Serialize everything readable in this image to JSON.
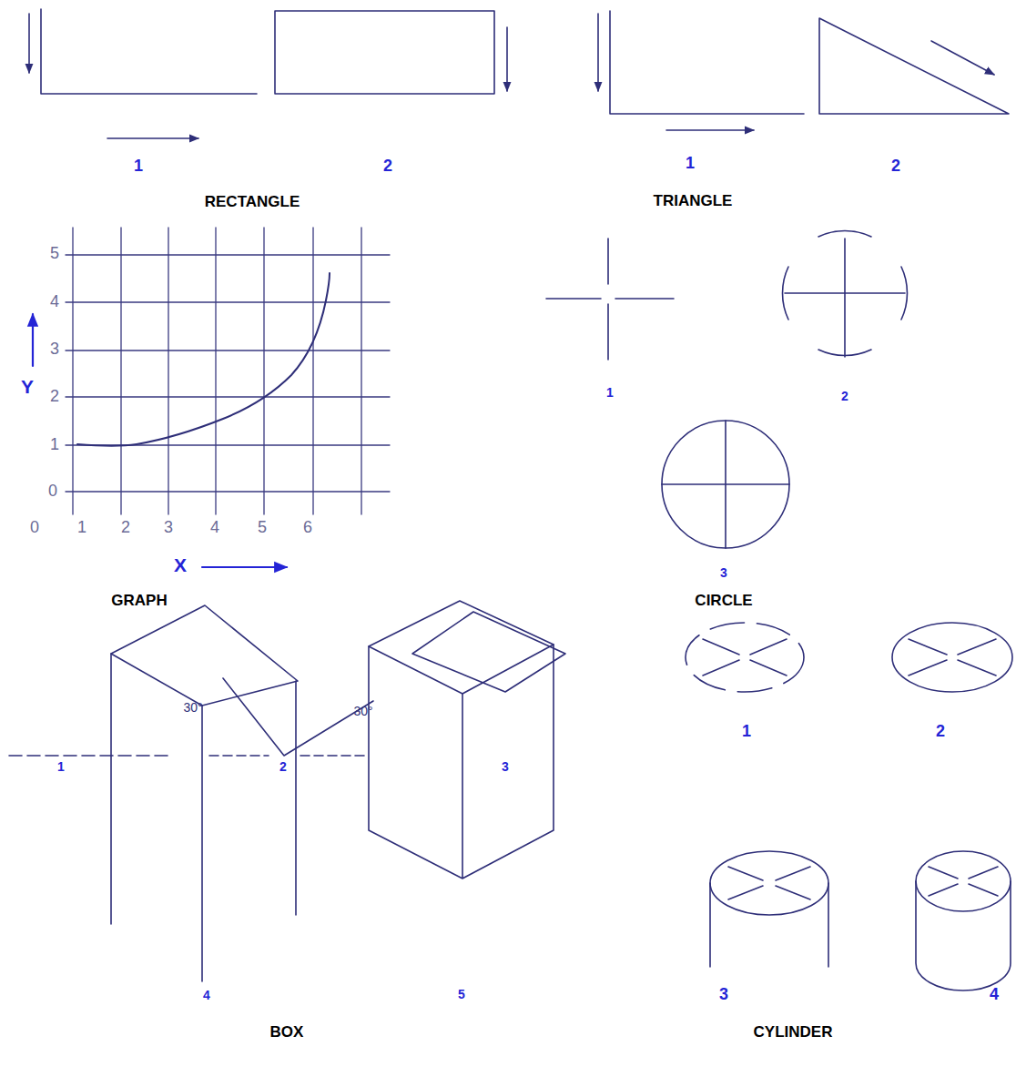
{
  "diagram": {
    "labels": [
      "1",
      "2",
      "RECTANGLE",
      "1",
      "2",
      "TRIANGLE",
      "5",
      "4",
      "3",
      "2",
      "1",
      "0",
      "Y",
      "0",
      "1",
      "2",
      "3",
      "4",
      "5",
      "6",
      "X",
      "GRAPH",
      "1",
      "2",
      "3",
      "CIRCLE",
      "30°",
      "30°",
      "1",
      "2",
      "3",
      "1",
      "2",
      "4",
      "5",
      "BOX",
      "3",
      "4",
      "CYLINDER"
    ]
  }
}
